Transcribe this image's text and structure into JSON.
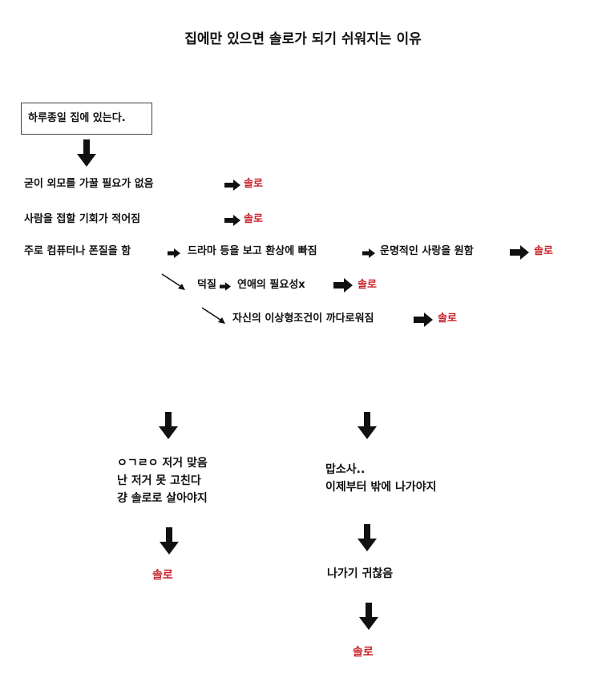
{
  "title": "집에만 있으면 솔로가 되기 쉬워지는 이유",
  "start": "하루종일 집에 있는다.",
  "branch": [
    {
      "text": "굳이 외모를 가꿀 필요가 없음",
      "result": "솔로"
    },
    {
      "text": "사람을 접할 기회가 적어짐",
      "result": "솔로"
    }
  ],
  "chain": {
    "a": "주로 컴퓨터나 폰질을 함",
    "b": "드라마 등을 보고 환상에 빠짐",
    "c": "운명적인 사랑을 원함",
    "result": "솔로"
  },
  "sub1": {
    "a": "덕질",
    "b": "연애의 필요성x",
    "result": "솔로"
  },
  "sub2": {
    "a": "자신의 이상형조건이 까다로워짐",
    "result": "솔로"
  },
  "left_col": {
    "line1": "ㅇㄱㄹㅇ 저거 맞음",
    "line2": "난 저거 못 고친다",
    "line3": "걍 솔로로 살아야지",
    "result": "솔로"
  },
  "right_col": {
    "line1": "맙소사..",
    "line2": "이제부터 밖에 나가야지",
    "line3": "나가기 귀찮음",
    "result": "솔로"
  },
  "colors": {
    "accent": "#c8202a",
    "text": "#111111",
    "background": "#ffffff"
  }
}
